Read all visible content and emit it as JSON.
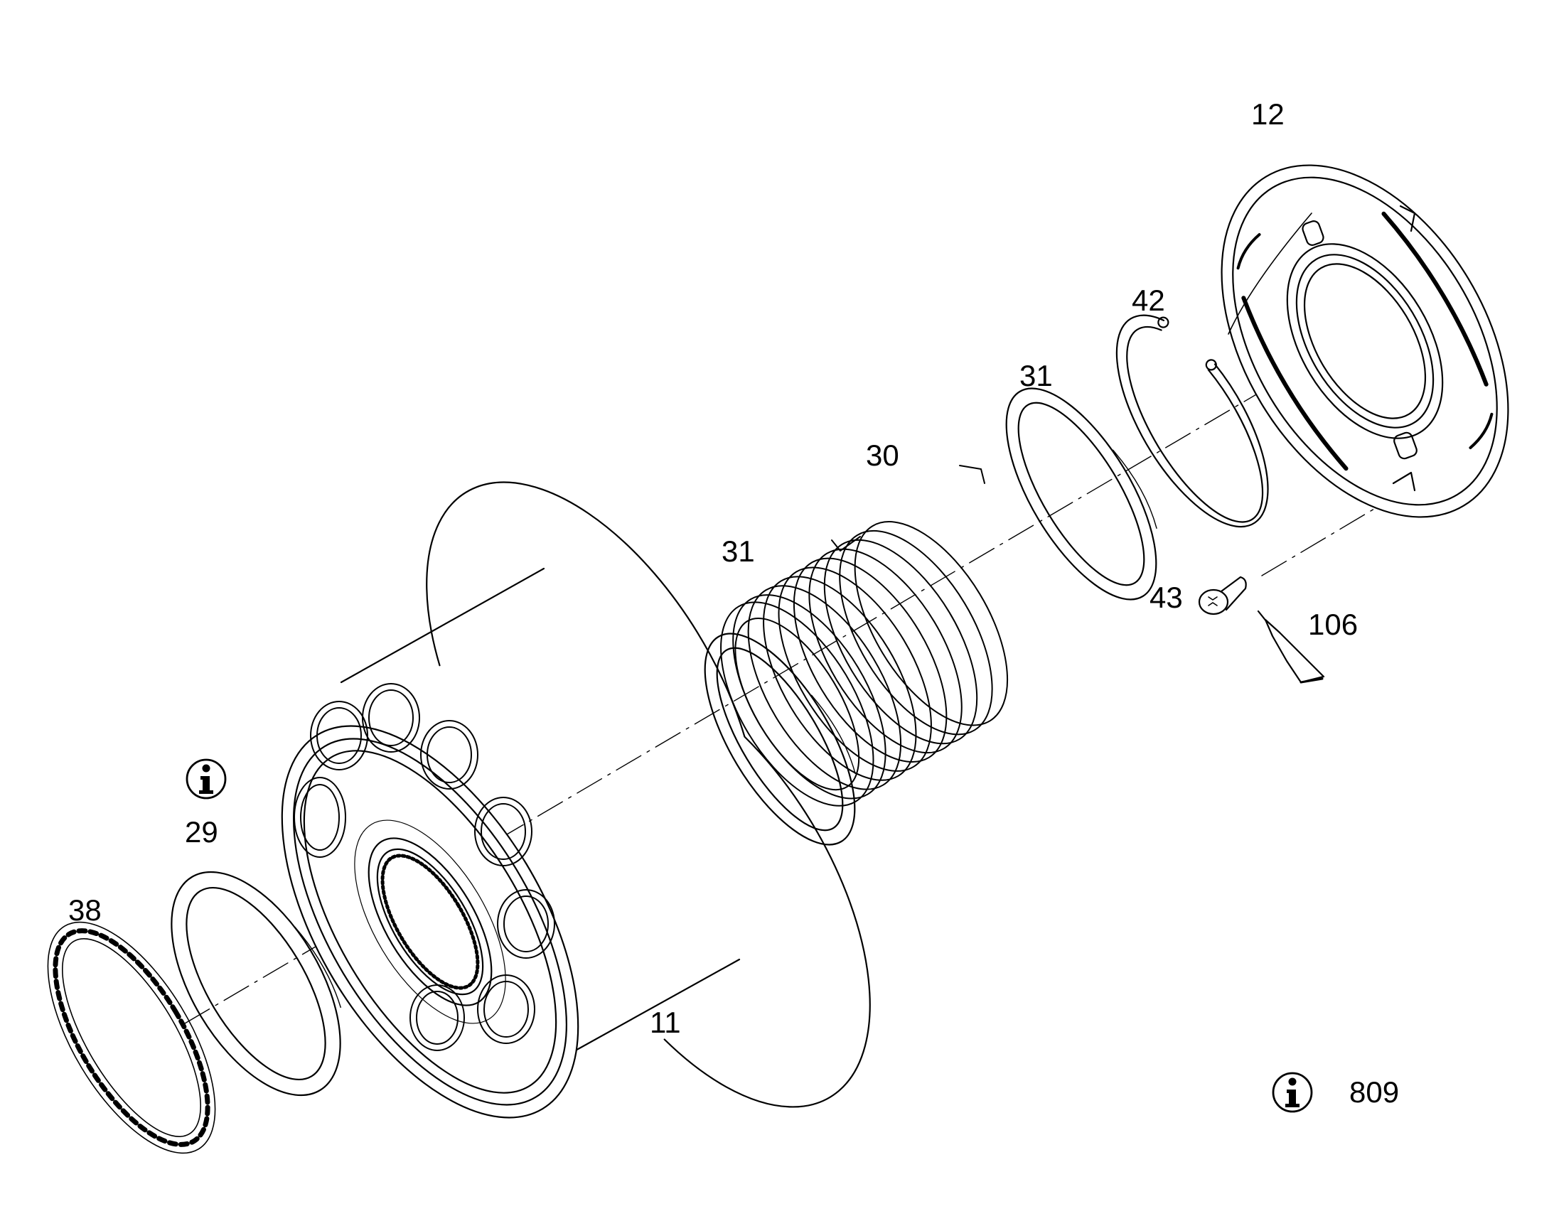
{
  "labels": {
    "p11": "11",
    "p12": "12",
    "p29": "29",
    "p30": "30",
    "p31_upper": "31",
    "p31_lower": "31",
    "p38": "38",
    "p42": "42",
    "p43": "43",
    "p106": "106",
    "p809": "809"
  },
  "icons": {
    "info_29": "info-icon",
    "info_809": "info-icon"
  },
  "colors": {
    "line": "#000000",
    "background": "#ffffff"
  }
}
